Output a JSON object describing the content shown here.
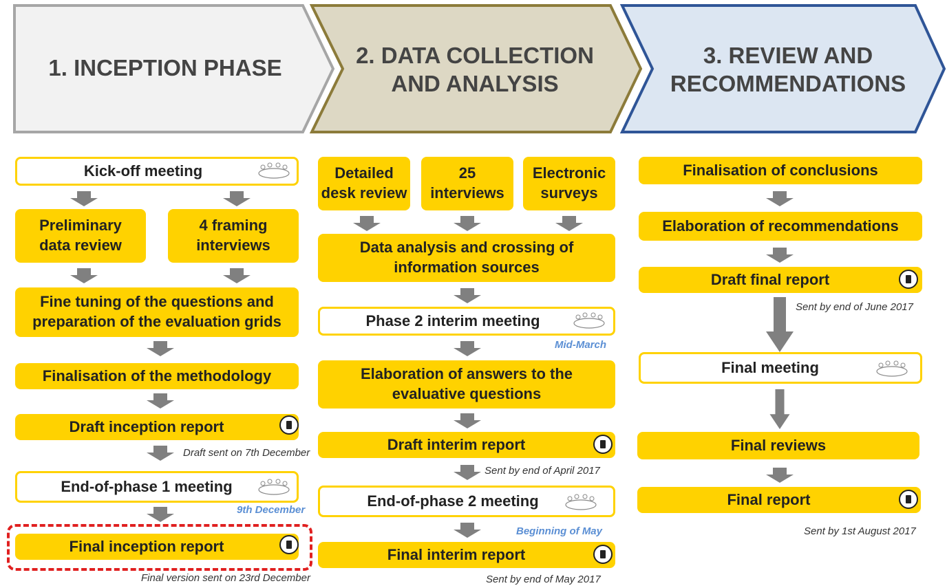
{
  "phases": {
    "p1": {
      "title_line1": "1. INCEPTION PHASE",
      "fill": "#f2f2f2",
      "stroke": "#a6a6a6"
    },
    "p2": {
      "title_line1": "2. DATA COLLECTION",
      "title_line2": "AND ANALYSIS",
      "fill": "#ddd8c4",
      "stroke": "#8c7b3a"
    },
    "p3": {
      "title_line1": "3. REVIEW AND",
      "title_line2": "RECOMMENDATIONS",
      "fill": "#dce6f2",
      "stroke": "#2f5597"
    }
  },
  "col1": {
    "kickoff": "Kick-off meeting",
    "prelim_l1": "Preliminary",
    "prelim_l2": "data review",
    "framing_l1": "4 framing",
    "framing_l2": "interviews",
    "finetune_l1": "Fine tuning of the questions and",
    "finetune_l2": "preparation of the evaluation grids",
    "method": "Finalisation of the methodology",
    "draft": "Draft inception report",
    "draft_note": "Draft sent on 7th December",
    "endmeet": "End-of-phase 1 meeting",
    "endmeet_note": "9th December",
    "final": "Final inception report",
    "final_note": "Final version sent on 23rd December"
  },
  "col2": {
    "desk_l1": "Detailed",
    "desk_l2": "desk review",
    "interviews_l1": "25",
    "interviews_l2": "interviews",
    "surveys_l1": "Electronic",
    "surveys_l2": "surveys",
    "analysis_l1": "Data analysis and crossing of",
    "analysis_l2": "information sources",
    "interim": "Phase 2 interim meeting",
    "interim_note": "Mid-March",
    "answers_l1": "Elaboration of answers to the",
    "answers_l2": "evaluative questions",
    "draft": "Draft interim report",
    "draft_note": "Sent by end of April 2017",
    "endmeet": "End-of-phase 2 meeting",
    "endmeet_note": "Beginning of May",
    "final": "Final interim report",
    "final_note": "Sent by end of May 2017"
  },
  "col3": {
    "conclusions": "Finalisation of conclusions",
    "recommendations": "Elaboration of recommendations",
    "draft": "Draft final report",
    "draft_note": "Sent by end of June 2017",
    "meeting": "Final meeting",
    "reviews": "Final reviews",
    "final": "Final report",
    "final_note": "Sent by 1st August 2017"
  },
  "colors": {
    "box": "#ffd200",
    "arrow": "#808080",
    "highlight": "#e02020",
    "date_note": "#5b8fd4"
  }
}
